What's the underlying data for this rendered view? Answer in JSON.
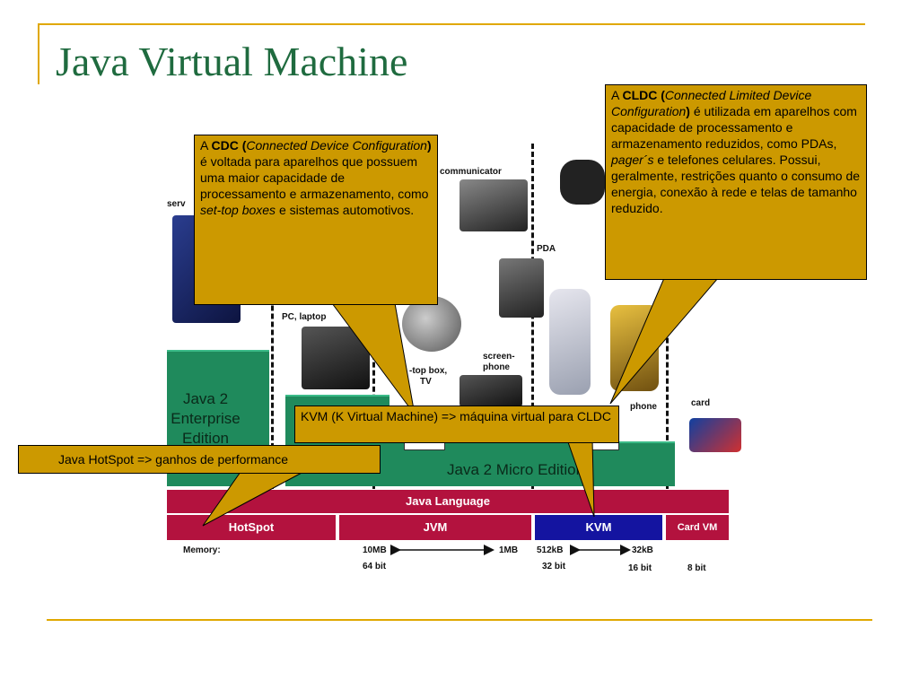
{
  "slide": {
    "title": "Java Virtual Machine"
  },
  "devices": {
    "server": "serv",
    "pc_laptop": "PC, laptop",
    "communicator": "communicator",
    "pda": "PDA",
    "settop_line1": "-top box,",
    "settop_line2": "TV",
    "screenphone_line1": "screen-",
    "screenphone_line2": "phone",
    "phone": "phone",
    "card": "card"
  },
  "editions": {
    "j2ee_line1": "Java 2",
    "j2ee_line2": "Enterprise",
    "j2ee_line3": "Edition",
    "j2me": "Java 2 Micro Edition"
  },
  "stack": {
    "language": "Java Language",
    "hotspot": "HotSpot",
    "jvm": "JVM",
    "kvm": "KVM",
    "cardvm": "Card VM"
  },
  "memory": {
    "label": "Memory:",
    "m10mb": "10MB",
    "m1mb": "1MB",
    "m512kb": "512kB",
    "m32kb": "32kB",
    "b64": "64 bit",
    "b32": "32 bit",
    "b16": "16 bit",
    "b8": "8 bit"
  },
  "callouts": {
    "cdc_a": "A ",
    "cdc_bold": "CDC (",
    "cdc_italic": "Connected Device Configuration",
    "cdc_bold2": ")",
    "cdc_rest": " é voltada para aparelhos que possuem uma maior capacidade de processamento  e armazenamento, como ",
    "cdc_italic2": "set-top boxes",
    "cdc_end": " e sistemas automotivos.",
    "cldc_a": "A ",
    "cldc_bold": "CLDC (",
    "cldc_italic": "Connected Limited Device Configuration",
    "cldc_bold2": ")",
    "cldc_rest": " é utilizada em aparelhos com capacidade de processamento e armazenamento reduzidos, como PDAs, ",
    "cldc_italic2": "pager´s",
    "cldc_end": " e telefones celulares. Possui, geralmente, restrições quanto o consumo de energia, conexão à rede e telas de tamanho reduzido.",
    "kvm_text": "KVM (K Virtual Machine) => máquina virtual para CLDC",
    "hotspot_text": "Java HotSpot => ganhos de performance"
  },
  "colors": {
    "title": "#1f6b3f",
    "accent_line": "#e0a800",
    "callout_fill": "#cc9900",
    "green": "#1f8a5c",
    "language_bar": "#b3123e",
    "kvm_bar": "#1414a0"
  }
}
